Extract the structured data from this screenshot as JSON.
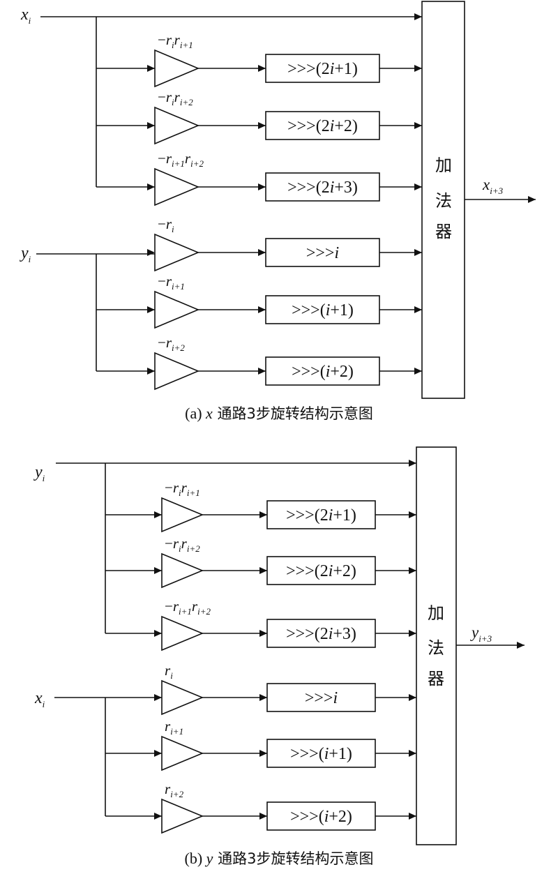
{
  "diagrams": [
    {
      "caption": "(a) x 通路3步旋转结构示意图",
      "caption_prefix": "(a) ",
      "caption_var": "x",
      "caption_text": " 通路3步旋转结构示意图",
      "top_input": {
        "var": "x",
        "sub": "i"
      },
      "bottom_input": {
        "var": "y",
        "sub": "i"
      },
      "adder_chars": [
        "加",
        "法",
        "器"
      ],
      "output": {
        "var": "x",
        "sub": "i+3"
      },
      "branches": [
        {
          "gain": [
            {
              "t": "−",
              "i": false
            },
            {
              "t": "r",
              "i": true
            },
            {
              "t": "i",
              "i": true,
              "sub": true
            },
            {
              "t": "r",
              "i": true
            },
            {
              "t": "i+1",
              "i": true,
              "sub": true
            }
          ],
          "shift": ">>>(2i+1)"
        },
        {
          "gain": [
            {
              "t": "−",
              "i": false
            },
            {
              "t": "r",
              "i": true
            },
            {
              "t": "i",
              "i": true,
              "sub": true
            },
            {
              "t": "r",
              "i": true
            },
            {
              "t": "i+2",
              "i": true,
              "sub": true
            }
          ],
          "shift": ">>>(2i+2)"
        },
        {
          "gain": [
            {
              "t": "−",
              "i": false
            },
            {
              "t": "r",
              "i": true
            },
            {
              "t": "i+1",
              "i": true,
              "sub": true
            },
            {
              "t": "r",
              "i": true
            },
            {
              "t": "i+2",
              "i": true,
              "sub": true
            }
          ],
          "shift": ">>>(2i+3)"
        },
        {
          "gain": [
            {
              "t": "−",
              "i": false
            },
            {
              "t": "r",
              "i": true
            },
            {
              "t": "i",
              "i": true,
              "sub": true
            }
          ],
          "shift": ">>>i"
        },
        {
          "gain": [
            {
              "t": "−",
              "i": false
            },
            {
              "t": "r",
              "i": true
            },
            {
              "t": "i+1",
              "i": true,
              "sub": true
            }
          ],
          "shift": ">>>(i+1)"
        },
        {
          "gain": [
            {
              "t": "−",
              "i": false
            },
            {
              "t": "r",
              "i": true
            },
            {
              "t": "i+2",
              "i": true,
              "sub": true
            }
          ],
          "shift": ">>>(i+2)"
        }
      ]
    },
    {
      "caption": "(b) y 通路3步旋转结构示意图",
      "caption_prefix": "(b) ",
      "caption_var": "y",
      "caption_text": " 通路3步旋转结构示意图",
      "top_input": {
        "var": "y",
        "sub": "i"
      },
      "bottom_input": {
        "var": "x",
        "sub": "i"
      },
      "adder_chars": [
        "加",
        "法",
        "器"
      ],
      "output": {
        "var": "y",
        "sub": "i+3"
      },
      "branches": [
        {
          "gain": [
            {
              "t": "−",
              "i": false
            },
            {
              "t": "r",
              "i": true
            },
            {
              "t": "i",
              "i": true,
              "sub": true
            },
            {
              "t": "r",
              "i": true
            },
            {
              "t": "i+1",
              "i": true,
              "sub": true
            }
          ],
          "shift": ">>>(2i+1)"
        },
        {
          "gain": [
            {
              "t": "−",
              "i": false
            },
            {
              "t": "r",
              "i": true
            },
            {
              "t": "i",
              "i": true,
              "sub": true
            },
            {
              "t": "r",
              "i": true
            },
            {
              "t": "i+2",
              "i": true,
              "sub": true
            }
          ],
          "shift": ">>>(2i+2)"
        },
        {
          "gain": [
            {
              "t": "−",
              "i": false
            },
            {
              "t": "r",
              "i": true
            },
            {
              "t": "i+1",
              "i": true,
              "sub": true
            },
            {
              "t": "r",
              "i": true
            },
            {
              "t": "i+2",
              "i": true,
              "sub": true
            }
          ],
          "shift": ">>>(2i+3)"
        },
        {
          "gain": [
            {
              "t": "r",
              "i": true
            },
            {
              "t": "i",
              "i": true,
              "sub": true
            }
          ],
          "shift": ">>>i"
        },
        {
          "gain": [
            {
              "t": "r",
              "i": true
            },
            {
              "t": "i+1",
              "i": true,
              "sub": true
            }
          ],
          "shift": ">>>(i+1)"
        },
        {
          "gain": [
            {
              "t": "r",
              "i": true
            },
            {
              "t": "i+2",
              "i": true,
              "sub": true
            }
          ],
          "shift": ">>>(i+2)"
        }
      ]
    }
  ]
}
